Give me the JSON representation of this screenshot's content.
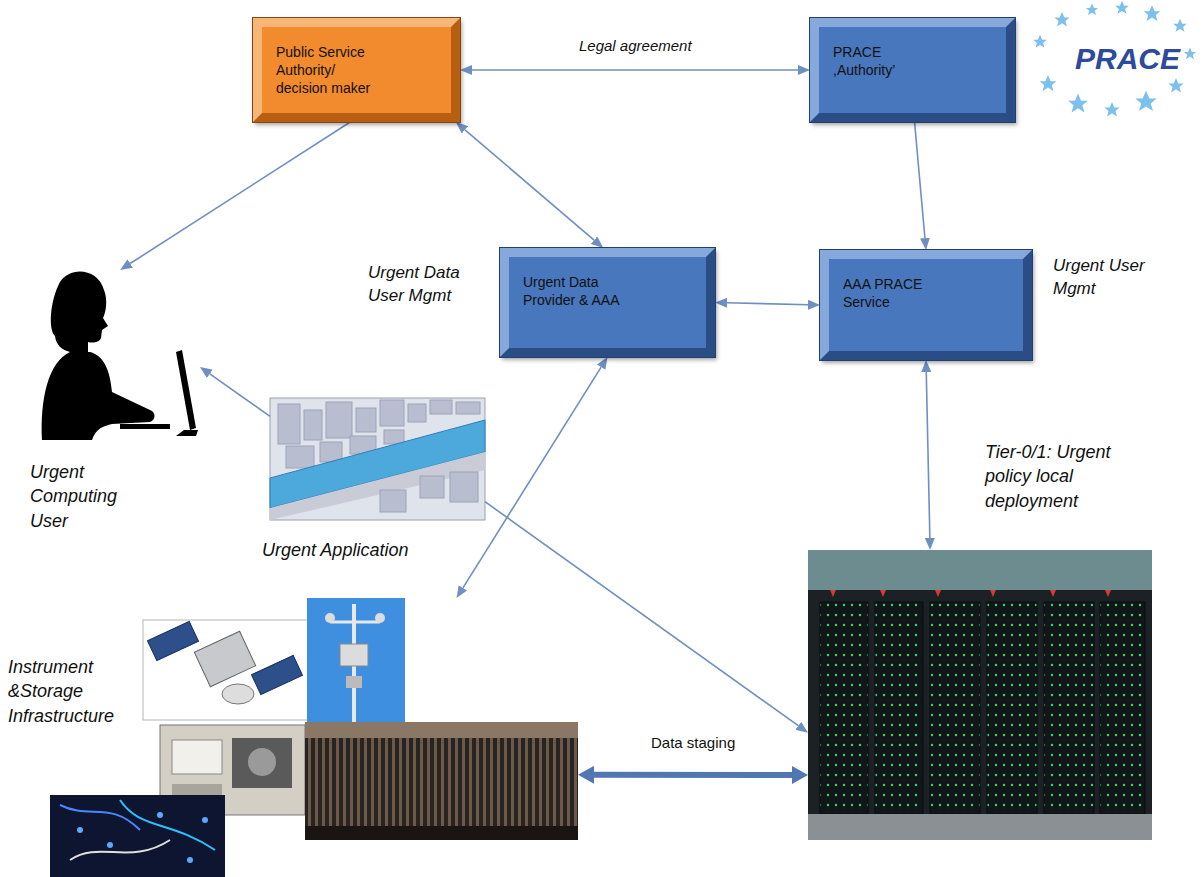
{
  "diagram": {
    "nodes": [
      {
        "text": [
          "Public Service Authority/ decision maker"
        ]
      },
      {
        "text": [
          "PRACE ,Authority’"
        ]
      },
      {
        "text": [
          "Urgent Data Provider & AAA"
        ]
      },
      {
        "text": [
          "AAA PRACE Service"
        ]
      },
      {
        "text": [
          "Urgent Computing User"
        ]
      },
      {
        "text": [
          "Urgent Application"
        ]
      },
      {
        "text": [
          "Tier-0/1: Urgent policy local deployment"
        ]
      },
      {
        "text": [
          "Instrument &Storage Infrastructure"
        ]
      }
    ],
    "edges": [
      {
        "from": 0,
        "to": 1,
        "arrow": "both",
        "label": "Legal agreement"
      },
      {
        "from": 1,
        "to": 3,
        "arrow": "to"
      },
      {
        "from": 0,
        "to": 2,
        "arrow": "both"
      },
      {
        "from": 0,
        "to": 4,
        "arrow": "to"
      },
      {
        "from": 2,
        "to": 3,
        "arrow": "both"
      },
      {
        "from": 5,
        "to": 4,
        "arrow": "to"
      },
      {
        "from": 5,
        "to": 6,
        "arrow": "to"
      },
      {
        "from": 2,
        "to": 7,
        "arrow": "both"
      },
      {
        "from": 3,
        "to": 6,
        "arrow": "both"
      },
      {
        "from": 7,
        "to": 6,
        "arrow": "both",
        "label": "Data staging"
      }
    ],
    "labels": [
      "Urgent Data User Mgmt",
      "Urgent User Mgmt",
      "PRACE"
    ]
  }
}
